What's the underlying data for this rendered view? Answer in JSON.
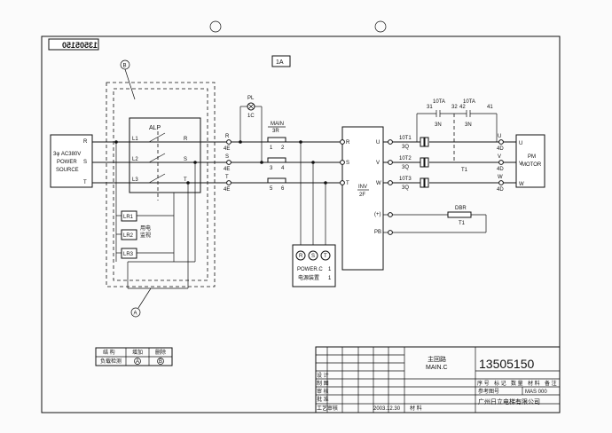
{
  "drawing": {
    "number_tab": "13505150",
    "sheet_marker": "1A",
    "callout_b": "B",
    "callout_a": "A"
  },
  "source": {
    "line1": "3φ AC380V",
    "line2": "POWER",
    "line3": "SOURCE",
    "phases": [
      "R",
      "S",
      "T"
    ]
  },
  "alp": {
    "label": "ALP",
    "inputs": [
      "L1",
      "L2",
      "L3"
    ],
    "outputs": [
      "R",
      "S",
      "T"
    ],
    "relays": [
      "LR1",
      "LR2",
      "LR3"
    ],
    "relay_note_a": "用电",
    "relay_note_b": "监视"
  },
  "terminals_4e": [
    "R",
    "4E",
    "S",
    "4E",
    "T",
    "4E"
  ],
  "pilot_lamp": {
    "label": "PL",
    "code": "1C"
  },
  "main_contactor": {
    "label": "MAIN",
    "code": "3R",
    "contacts": [
      "1",
      "2",
      "3",
      "4",
      "5",
      "6"
    ]
  },
  "inverter": {
    "label": "INV",
    "code": "2F",
    "inputs": [
      "R",
      "S",
      "T"
    ],
    "outputs": [
      "U",
      "V",
      "W"
    ],
    "aux": [
      "(+)",
      "PB"
    ]
  },
  "power_c": {
    "terminals": [
      "R",
      "S",
      "T"
    ],
    "label": "POWER.C",
    "label_num": "1",
    "sub_label": "电源装置",
    "sub_num": "1"
  },
  "output_filter": {
    "items": [
      {
        "label": "10T1",
        "code": "3Q"
      },
      {
        "label": "10T2",
        "code": "3Q"
      },
      {
        "label": "10T3",
        "code": "3Q"
      }
    ]
  },
  "contacts_10ta": {
    "label_left": "10TA",
    "label_right": "10TA",
    "pins": [
      "31",
      "32",
      "42",
      "41"
    ],
    "code_left": "3N",
    "code_right": "3N"
  },
  "motor_terminals": [
    {
      "label": "U",
      "code": "4D"
    },
    {
      "label": "V",
      "code": "4D"
    },
    {
      "label": "W",
      "code": "4D"
    }
  ],
  "motor": {
    "line1": "PM",
    "line2": "MOTOR",
    "pins": [
      "U",
      "V",
      "W"
    ],
    "t1": "T1"
  },
  "dbr": {
    "label": "DBR",
    "code": "T1"
  },
  "revision_table": {
    "row1": [
      "结 构",
      "增加",
      "删除"
    ],
    "row2": [
      "负载检测",
      "A",
      "B"
    ]
  },
  "title_block": {
    "title_cn": "主回路",
    "title_en": "MAIN.C",
    "drawing_no": "13505150",
    "company": "广州日立电梯有限公司",
    "model_label": "MAS 000",
    "date": "2003.12.30",
    "material_label": "材 料",
    "header_cells": [
      "序 号",
      "标 记",
      "数 量",
      "材 料",
      "备 注"
    ],
    "sign_rows": [
      "设 计",
      "制 图",
      "审 核",
      "批 准",
      "工艺审核"
    ],
    "ref_label": "参考图号"
  }
}
